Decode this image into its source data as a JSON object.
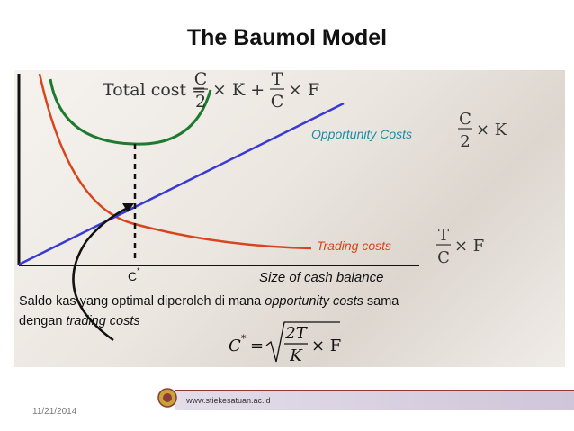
{
  "slide": {
    "title": "The Baumol Model",
    "footer_url": "www.stiekesatuan.ac.id",
    "footer_date": "11/21/2014"
  },
  "diagram": {
    "total_cost_label": "Total cost =",
    "total_cost_term1_num": "C",
    "total_cost_term1_den": "2",
    "total_cost_term1_op": "× K +",
    "total_cost_term2_num": "T",
    "total_cost_term2_den": "C",
    "total_cost_term2_op": "× F",
    "opportunity_label": "Opportunity Costs",
    "opportunity_num": "C",
    "opportunity_den": "2",
    "opportunity_op": "× K",
    "trading_label": "Trading costs",
    "trading_num": "T",
    "trading_den": "C",
    "trading_op": "× F",
    "cstar_tick_label": "C",
    "cstar_tick_sup": "*",
    "x_axis_label": "Size of cash balance",
    "note_line1_a": "Saldo kas yang optimal diperoleh di mana ",
    "note_line1_b": "opportunity costs",
    "note_line1_c": " sama",
    "note_line2_a": "dengan ",
    "note_line2_b": "trading costs",
    "formula_lhs": "C",
    "formula_sup": "*",
    "formula_eq": "=",
    "formula_num": "2T",
    "formula_den": "K",
    "formula_op": "× F",
    "colors": {
      "total_cost": "#1e7a2e",
      "opportunity": "#3a3ad0",
      "trading": "#d8451c",
      "opportunity_text": "#1c8aa8",
      "trading_text": "#d8451c",
      "axis": "#111111"
    }
  }
}
